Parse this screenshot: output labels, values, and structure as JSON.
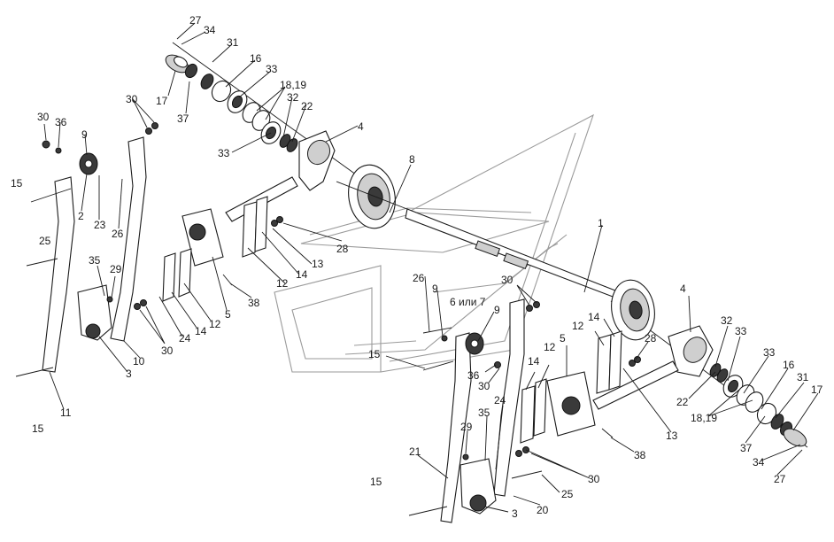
{
  "callouts": [
    "27",
    "34",
    "31",
    "17",
    "37",
    "16",
    "33",
    "18,19",
    "32",
    "22",
    "4",
    "33",
    "30",
    "36",
    "9",
    "30",
    "15",
    "2",
    "23",
    "26",
    "25",
    "8",
    "28",
    "13",
    "14",
    "12",
    "35",
    "29",
    "38",
    "5",
    "12",
    "14",
    "24",
    "30",
    "10",
    "3",
    "11",
    "15",
    "1",
    "26",
    "9",
    "6 или 7",
    "30",
    "15",
    "9",
    "36",
    "30",
    "12",
    "14",
    "28",
    "4",
    "32",
    "33",
    "33",
    "16",
    "31",
    "17",
    "22",
    "18,19",
    "37",
    "34",
    "27",
    "5",
    "14",
    "12",
    "13",
    "38",
    "24",
    "35",
    "29",
    "21",
    "15",
    "30",
    "25",
    "20",
    "3"
  ]
}
